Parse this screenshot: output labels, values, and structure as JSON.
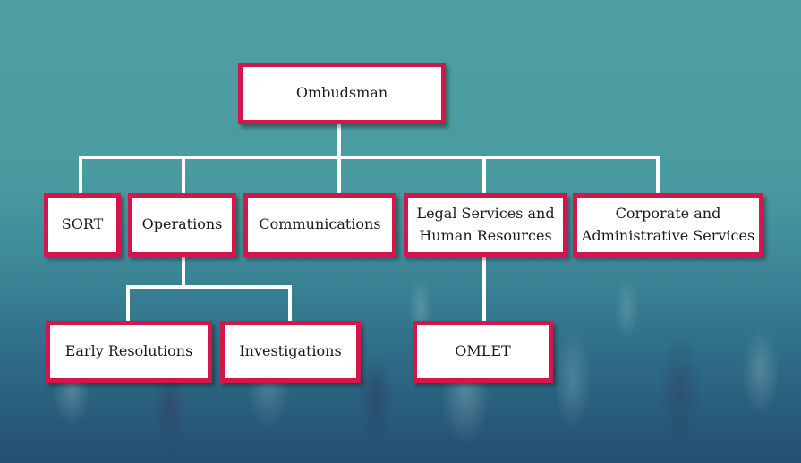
{
  "org_chart": {
    "root": "Ombudsman",
    "departments": {
      "sort": "SORT",
      "operations": "Operations",
      "communications": "Communications",
      "legal": "Legal Services and\nHuman Resources",
      "corporate": "Corporate and\nAdministrative Services"
    },
    "sub_units": {
      "early_resolutions": "Early Resolutions",
      "investigations": "Investigations",
      "omlet": "OMLET"
    }
  },
  "colors": {
    "box_border": "#d4174a",
    "connector": "#ffffff",
    "background": "#4a9ba0"
  }
}
